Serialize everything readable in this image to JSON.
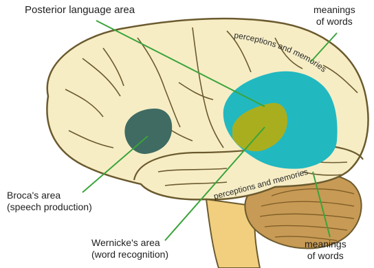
{
  "labels": {
    "posterior": "Posterior language area",
    "meanings_top_line1": "meanings",
    "meanings_top_line2": "of words",
    "broca_line1": "Broca's area",
    "broca_line2": "(speech production)",
    "wernicke_line1": "Wernicke's area",
    "wernicke_line2": "(word recognition)",
    "meanings_bottom_line1": "meanings",
    "meanings_bottom_line2": "of words",
    "perceptions_upper": "perceptions and memories",
    "perceptions_lower": "perceptions and memories"
  },
  "colors": {
    "brain_fill": "#f6edc5",
    "brain_outline": "#6b5a2e",
    "brainstem": "#f2cf7f",
    "cerebellum": "#c79a55",
    "broca": "#3f6b63",
    "posterior_area": "#22b8c0",
    "wernicke": "#a9ae1f",
    "pointer_line": "#3aa43a"
  }
}
